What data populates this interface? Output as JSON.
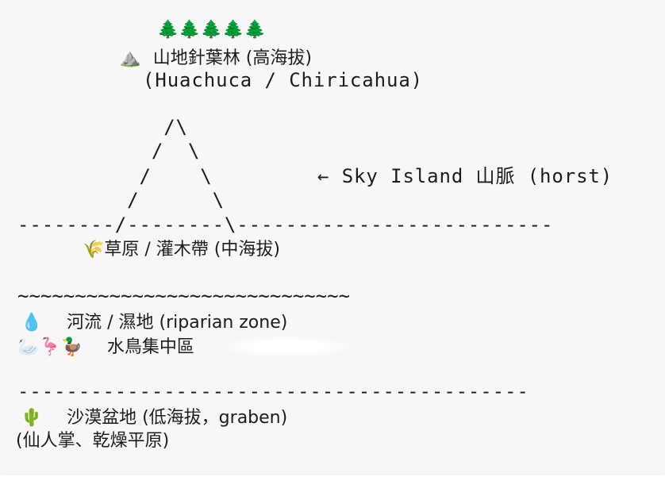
{
  "diagram": {
    "trees": "🌲🌲🌲🌲🌲",
    "mountain_icon": "⛰️",
    "high_zone_label": "山地針葉林 (高海拔)",
    "high_zone_ranges": "(Huachuca / Chiricahua)",
    "peak_rows": [
      "            /\\",
      "           /  \\",
      "          /    \\",
      "         /      \\"
    ],
    "sky_island_label": "← Sky Island 山脈 (horst)",
    "ground_line": "--------/--------\\--------------------------",
    "grass_icon": "🌾",
    "mid_zone_label": "草原 / 灌木帶 (中海拔)",
    "water_line": "~~~~~~~~~~~~~~~~~~~~~~~~~~~~~",
    "water_icon": "💧",
    "riparian_label": "河流 / 濕地 (riparian zone)",
    "birds_icons": "🦢🦩🦆",
    "birds_label": "水鳥集中區",
    "basin_line": "------------------------------------------",
    "cactus_icon": "🌵",
    "low_zone_label": "沙漠盆地 (低海拔，graben)",
    "low_zone_desc": "(仙人掌、乾燥平原)"
  }
}
